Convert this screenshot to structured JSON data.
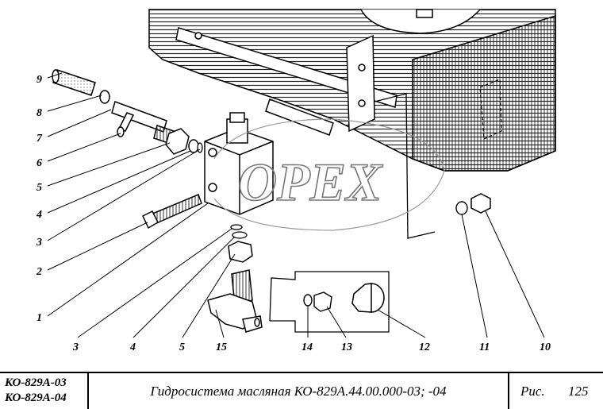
{
  "watermark": "ОРЕХ",
  "callouts": [
    "1",
    "2",
    "3",
    "4",
    "5",
    "6",
    "7",
    "8",
    "9",
    "10",
    "11",
    "12",
    "13",
    "14",
    "15"
  ],
  "bottom_callouts": [
    "3",
    "4",
    "5",
    "15",
    "14",
    "13",
    "12",
    "11",
    "10"
  ],
  "title_block": {
    "models": [
      "КО-829А-03",
      "КО-829А-04"
    ],
    "title": "Гидросистема масляная КО-829А.44.00.000-03; -04",
    "fig_label": "Рис.",
    "fig_number": "125"
  }
}
